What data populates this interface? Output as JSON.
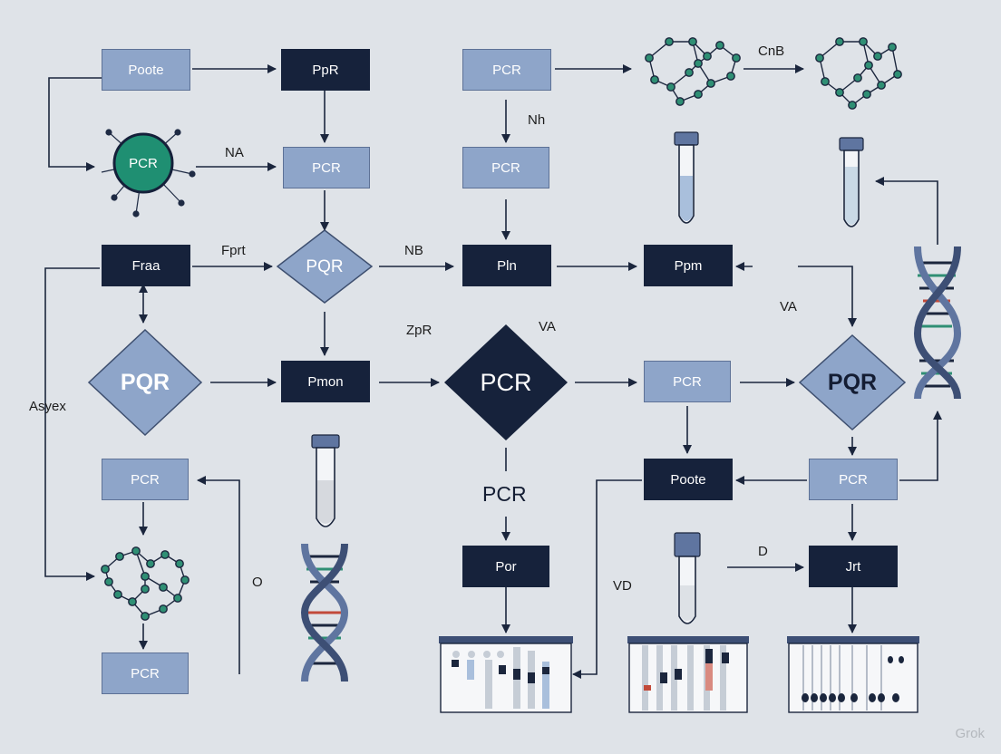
{
  "colors": {
    "background": "#dfe3e8",
    "node_light": "#8ea5c9",
    "node_dark": "#16223b",
    "accent_green": "#1f8f72",
    "arrow": "#1b263d"
  },
  "nodes": {
    "poote_top": "Poote",
    "ppr": "PpR",
    "pcr_top_mid": "PCR",
    "pcr_green_circle": "PCR",
    "pcr_col2_row2": "PCR",
    "pcr_col4_row2": "PCR",
    "fraa": "Fraa",
    "pqr_diamond_small": "PQR",
    "pln": "Pln",
    "ppm": "Ppm",
    "pqr_diamond_left": "PQR",
    "pmon": "Pmon",
    "pcr_diamond_dark": "PCR",
    "pcr_row4_right": "PCR",
    "pqr_diamond_right": "PQR",
    "pcr_left_row5": "PCR",
    "poote_dark": "Poote",
    "pcr_right_row5": "PCR",
    "por": "Por",
    "jrt": "Jrt",
    "pcr_left_bottom": "PCR"
  },
  "labels": {
    "cnb": "CnB",
    "nh": "Nh",
    "na": "NA",
    "fprt": "Fprt",
    "nb": "NB",
    "va_right": "VA",
    "zpr": "ZpR",
    "va_center": "VA",
    "asyex": "Asyex",
    "pcr_center": "PCR",
    "o": "O",
    "vd": "VD",
    "d": "D"
  },
  "watermark": "Grok"
}
